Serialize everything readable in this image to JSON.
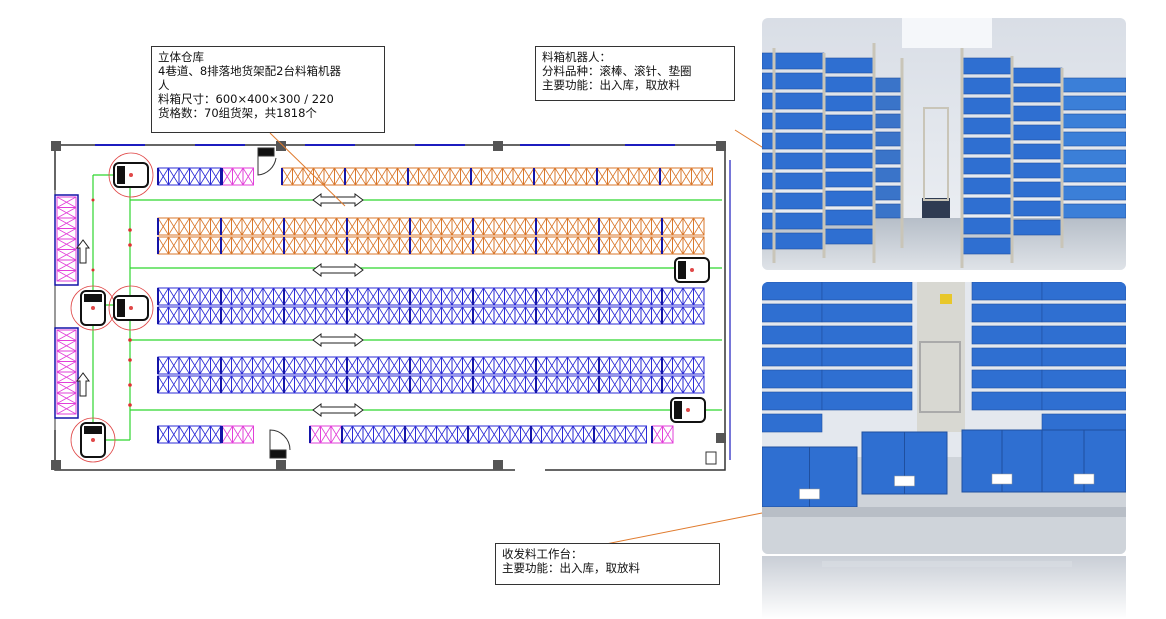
{
  "callouts": {
    "warehouse": {
      "line1": "立体仓库",
      "line2": "4巷道、8排落地货架配2台料箱机器",
      "line3": "人",
      "line4": "料箱尺寸：600×400×300 / 220",
      "line5": "货格数：70组货架，共1818个"
    },
    "robot": {
      "line1": "料箱机器人：",
      "line2": "分料品种：滚棒、滚针、垫圈",
      "line3": "主要功能：出入库，取放料"
    },
    "workstation": {
      "line1": "收发料工作台：",
      "line2": "主要功能：出入库，取放料"
    }
  },
  "colors": {
    "rack_blue": "#2b2bd6",
    "rack_orange": "#d9772b",
    "rack_magenta": "#e23fd9",
    "path_green": "#2fd62f",
    "robot_circle": "#e04848",
    "bin_blue": "#2f6fd1",
    "leader_orange": "#e07b2e"
  },
  "icons": [
    "arrow-left-right-icon",
    "arrow-up-icon",
    "robot-icon",
    "door-icon"
  ]
}
